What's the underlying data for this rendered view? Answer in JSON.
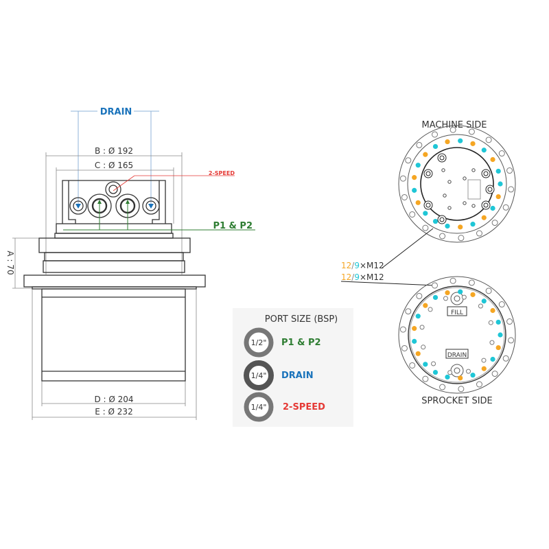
{
  "colors": {
    "drain": "#1a73bb",
    "p": "#2e7d32",
    "speed": "#e53935",
    "orange": "#f5a623",
    "cyan": "#1fc6d6",
    "line": "#333333",
    "dim": "#888888"
  },
  "side_view": {
    "drain_label": "DRAIN",
    "speed_label": "2-SPEED",
    "p_label": "P1 & P2",
    "dim_b": "B : Ø 192",
    "dim_c": "C : Ø 165",
    "dim_a": "A : 70",
    "dim_d": "D : Ø 204",
    "dim_e": "E : Ø 232"
  },
  "legend": {
    "title": "PORT SIZE (BSP)",
    "items": [
      {
        "size": "1/2\"",
        "label": "P1 & P2"
      },
      {
        "size": "1/4\"",
        "label": "DRAIN"
      },
      {
        "size": "1/4\"",
        "label": "2-SPEED"
      }
    ]
  },
  "machine_side": {
    "title": "MACHINE SIDE",
    "bolt_a": "12",
    "sep": "/",
    "bolt_b": "9",
    "bolt_rest": "×M12"
  },
  "sprocket_side": {
    "title": "SPROCKET SIDE",
    "bolt_a": "12",
    "sep": "/",
    "bolt_b": "9",
    "bolt_rest": "×M12",
    "fill_label": "FILL",
    "drain_label": "DRAIN"
  }
}
